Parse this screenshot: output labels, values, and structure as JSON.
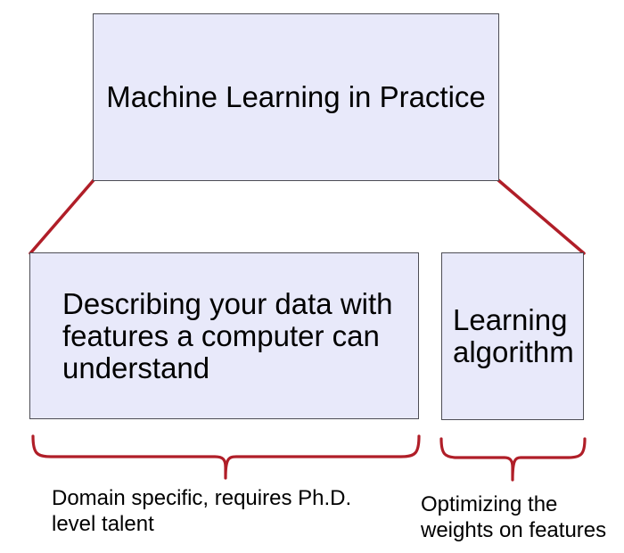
{
  "boxes": {
    "top": {
      "label": "Machine Learning in Practice"
    },
    "left": {
      "lines": [
        "Describing your data with",
        "features a computer can",
        "understand"
      ]
    },
    "right": {
      "lines": [
        "Learning",
        "algorithm"
      ]
    }
  },
  "captions": {
    "left": {
      "lines": [
        "Domain specific, requires Ph.D.",
        "level talent"
      ]
    },
    "right": {
      "lines": [
        "Optimizing the",
        "weights on features"
      ]
    }
  },
  "colors": {
    "box_fill": "#E8E9FA",
    "box_border": "#4D4D55",
    "connector_red": "#B01E28",
    "text": "#000000",
    "background": "#FFFFFF"
  }
}
